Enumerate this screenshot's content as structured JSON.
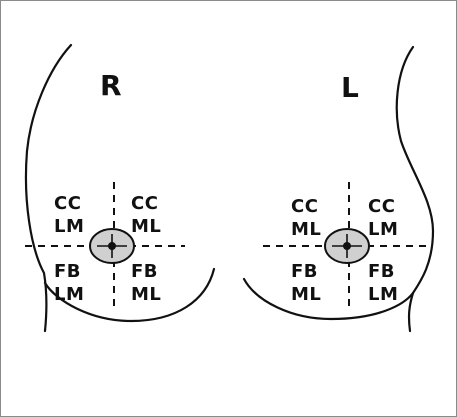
{
  "diagram": {
    "right_breast": {
      "side_label": "R",
      "quadrants": {
        "upper_left": {
          "line1": "CC",
          "line2": "LM"
        },
        "upper_right": {
          "line1": "CC",
          "line2": "ML"
        },
        "lower_left": {
          "line1": "FB",
          "line2": "LM"
        },
        "lower_right": {
          "line1": "FB",
          "line2": "ML"
        }
      }
    },
    "left_breast": {
      "side_label": "L",
      "quadrants": {
        "upper_left": {
          "line1": "CC",
          "line2": "ML"
        },
        "upper_right": {
          "line1": "CC",
          "line2": "LM"
        },
        "lower_left": {
          "line1": "FB",
          "line2": "ML"
        },
        "lower_right": {
          "line1": "FB",
          "line2": "LM"
        }
      }
    },
    "colors": {
      "line": "#111111",
      "areola_fill": "#d0d0d0",
      "background": "#ffffff",
      "border": "#8a8a8a"
    }
  }
}
